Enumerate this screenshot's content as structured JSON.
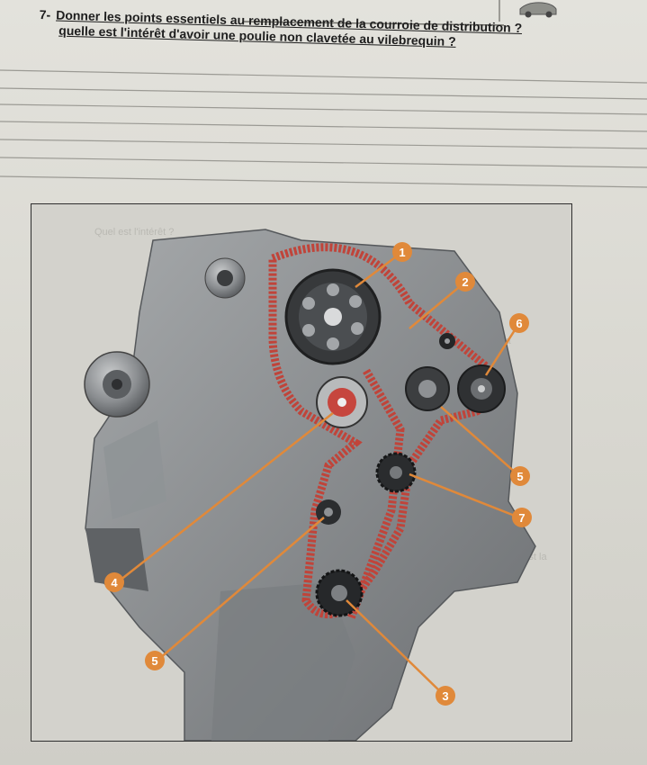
{
  "question": {
    "number": "7-",
    "line1": "Donner les points essentiels au remplacement de la courroie de distribution ?",
    "line2": "quelle est l'intérêt d'avoir une poulie non clavetée au vilebrequin ?"
  },
  "figure": {
    "callouts": [
      {
        "label": "1"
      },
      {
        "label": "2"
      },
      {
        "label": "6"
      },
      {
        "label": "5"
      },
      {
        "label": "7"
      },
      {
        "label": "4"
      },
      {
        "label": "5"
      },
      {
        "label": "3"
      }
    ]
  },
  "colors": {
    "belt": "#c0443a",
    "callout": "#e0893a",
    "engine": "#7d8083"
  }
}
